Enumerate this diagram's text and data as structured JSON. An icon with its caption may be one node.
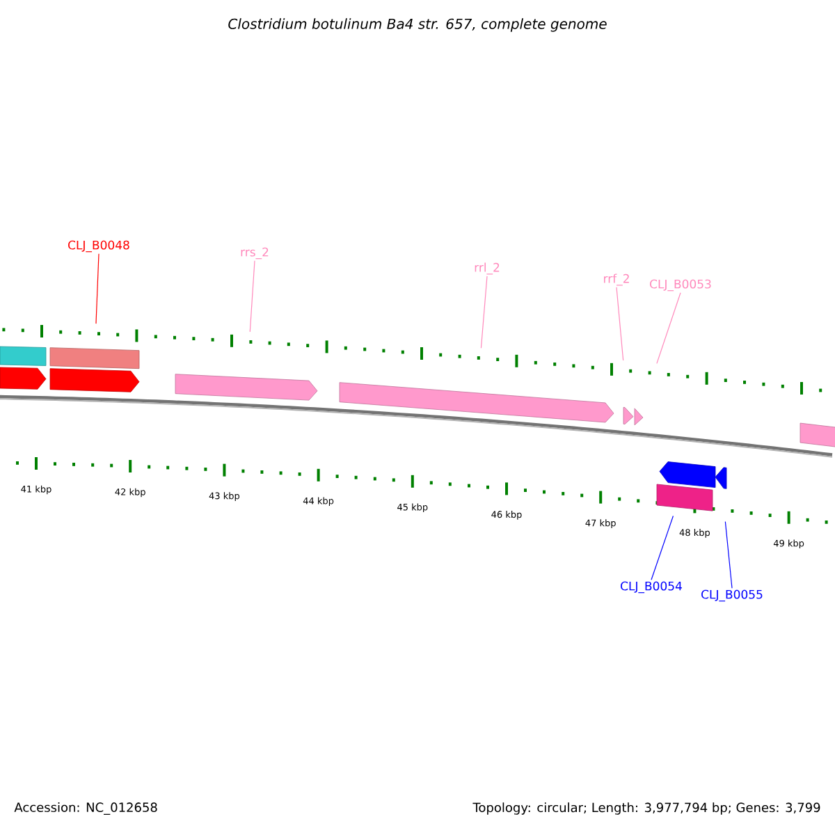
{
  "diagram": {
    "title": "Clostridium botulinum Ba4 str. 657, complete genome",
    "nodes": [
      {
        "text": [
          "CLJ_B0048"
        ]
      },
      {
        "text": [
          "rrs_2"
        ]
      },
      {
        "text": [
          "rrl_2"
        ]
      },
      {
        "text": [
          "rrf_2"
        ]
      },
      {
        "text": [
          "CLJ_B0053"
        ]
      },
      {
        "text": [
          "CLJ_B0054"
        ]
      },
      {
        "text": [
          "CLJ_B0055"
        ]
      },
      {
        "text": [],
        "shape": "bar"
      },
      {
        "text": [],
        "shape": "pentagon"
      },
      {
        "text": [],
        "shape": "pentagon"
      },
      {
        "text": [],
        "shape": "pentagon"
      },
      {
        "text": [],
        "shape": "pentagon"
      },
      {
        "text": [],
        "shape": "pentagon"
      },
      {
        "text": [],
        "shape": "pentagon"
      }
    ],
    "edges": [
      {
        "from": 0,
        "to": 7,
        "arrow": "none",
        "color": "#ff0000"
      },
      {
        "from": 1,
        "to": 8,
        "arrow": "none"
      },
      {
        "from": 2,
        "to": 9,
        "arrow": "none"
      },
      {
        "from": 3,
        "to": 10,
        "arrow": "none"
      },
      {
        "from": 4,
        "to": 11,
        "arrow": "none"
      },
      {
        "from": 5,
        "to": 12,
        "arrow": "none",
        "color": "#0000ff"
      },
      {
        "from": 6,
        "to": 13,
        "arrow": "none",
        "color": "#0000ff"
      }
    ],
    "labels": [
      "41 kbp",
      "42 kbp",
      "43 kbp",
      "44 kbp",
      "45 kbp",
      "46 kbp",
      "47 kbp",
      "48 kbp",
      "49 kbp",
      "Accession: NC_012658",
      "Topology: circular; Length: 3,977,794 bp; Genes: 3,799"
    ]
  }
}
